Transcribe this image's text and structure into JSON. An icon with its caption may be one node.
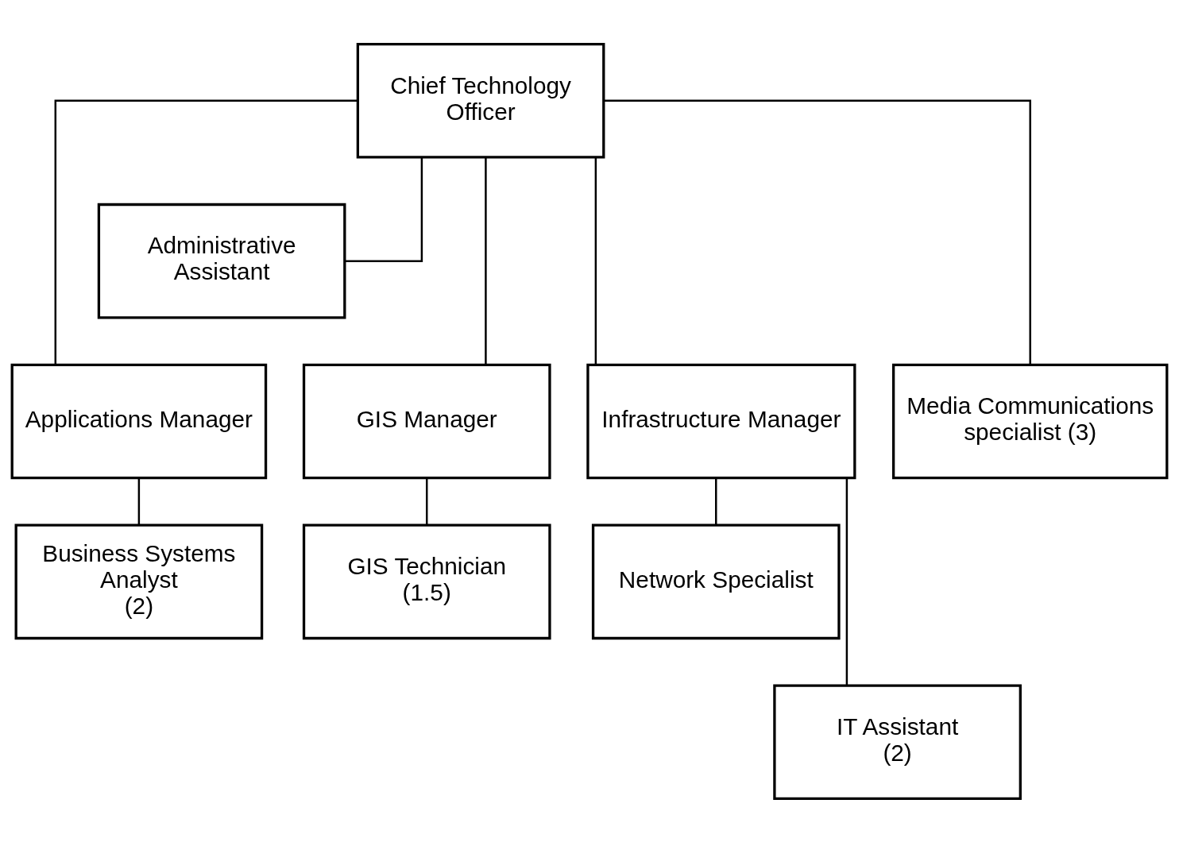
{
  "diagram": {
    "nodes": [
      {
        "text": [
          "Chief Technology Officer"
        ]
      },
      {
        "text": [
          "Administrative Assistant"
        ]
      },
      {
        "text": [
          "Applications Manager"
        ]
      },
      {
        "text": [
          "GIS Manager"
        ]
      },
      {
        "text": [
          "Infrastructure Manager"
        ]
      },
      {
        "text": [
          "Media Communications specialist (3)"
        ]
      },
      {
        "text": [
          "Business Systems Analyst",
          "(2)"
        ]
      },
      {
        "text": [
          "GIS Technician",
          "(1.5)"
        ]
      },
      {
        "text": [
          "Network Specialist"
        ]
      },
      {
        "text": [
          "IT Assistant",
          "(2)"
        ]
      }
    ],
    "edges": [
      {
        "from": 0,
        "to": 1,
        "arrow": "none"
      },
      {
        "from": 0,
        "to": 2,
        "arrow": "none"
      },
      {
        "from": 0,
        "to": 3,
        "arrow": "none"
      },
      {
        "from": 0,
        "to": 4,
        "arrow": "none"
      },
      {
        "from": 0,
        "to": 5,
        "arrow": "none"
      },
      {
        "from": 2,
        "to": 6,
        "arrow": "none"
      },
      {
        "from": 3,
        "to": 7,
        "arrow": "none"
      },
      {
        "from": 4,
        "to": 8,
        "arrow": "none"
      },
      {
        "from": 4,
        "to": 9,
        "arrow": "none"
      }
    ]
  }
}
